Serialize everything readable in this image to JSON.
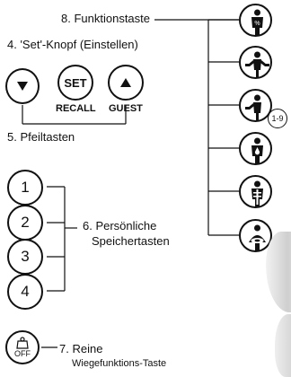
{
  "labels": {
    "funktionstaste": "8. Funktionstaste",
    "set_knopf": "4. 'Set'-Knopf (Einstellen)",
    "pfeiltasten": "5. Pfeiltasten",
    "speichertasten_line1": "6. Persönliche",
    "speichertasten_line2": "Speichertasten",
    "wiege_line1": "7. Reine",
    "wiege_line2": "Wiegefunktions-Taste"
  },
  "buttons": {
    "set": "SET",
    "recall": "RECALL",
    "guest": "GUEST",
    "memory": [
      "1",
      "2",
      "3",
      "4"
    ],
    "off": "OFF"
  },
  "function_icons": [
    "body-fat-percent-icon",
    "muscle-mass-icon",
    "age-range-icon",
    "body-water-icon",
    "bone-mass-icon",
    "visceral-fat-icon"
  ],
  "age_icon_text": "1-9"
}
